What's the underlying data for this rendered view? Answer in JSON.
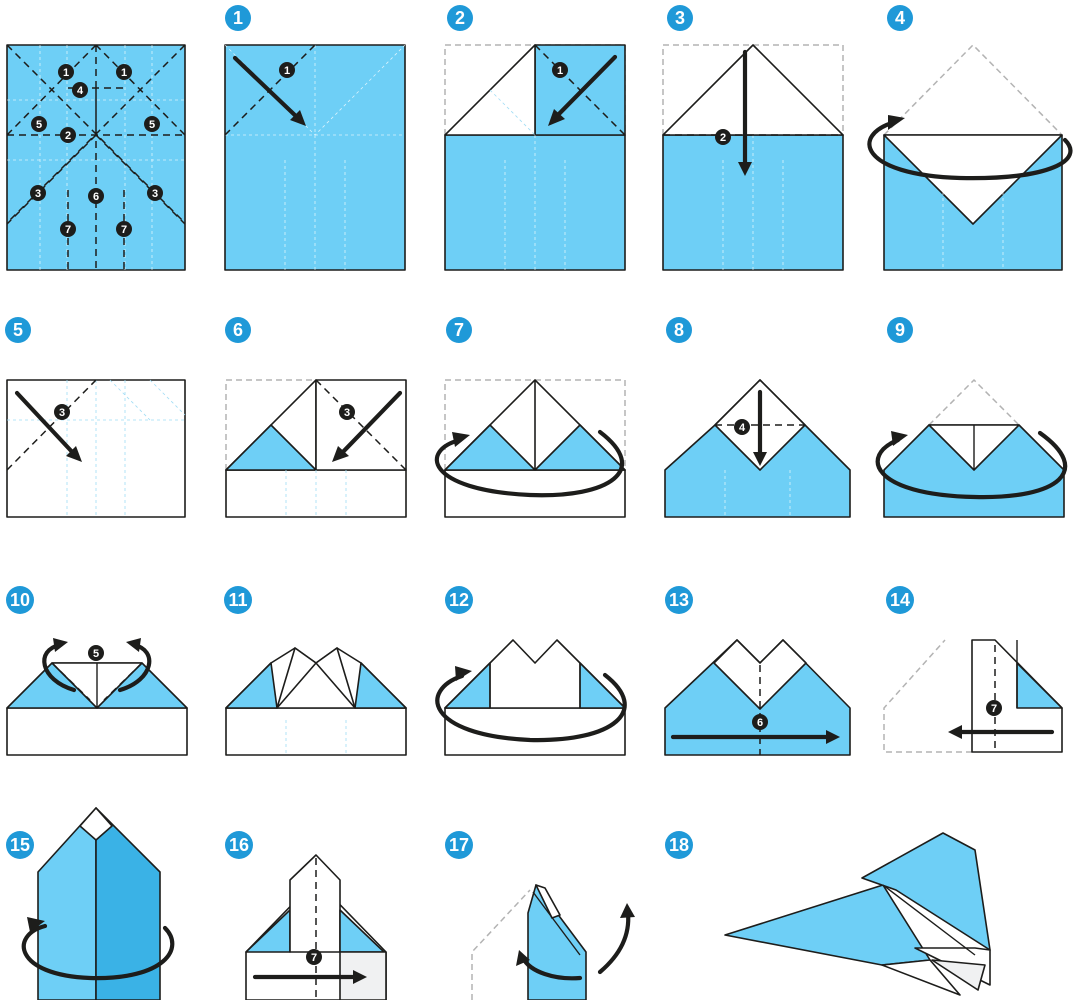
{
  "steps": [
    {
      "label": "1"
    },
    {
      "label": "2"
    },
    {
      "label": "3"
    },
    {
      "label": "4"
    },
    {
      "label": "5"
    },
    {
      "label": "6"
    },
    {
      "label": "7"
    },
    {
      "label": "8"
    },
    {
      "label": "9"
    },
    {
      "label": "10"
    },
    {
      "label": "11"
    },
    {
      "label": "12"
    },
    {
      "label": "13"
    },
    {
      "label": "14"
    },
    {
      "label": "15"
    },
    {
      "label": "16"
    },
    {
      "label": "17"
    },
    {
      "label": "18"
    }
  ],
  "fold_markers": {
    "overview": [
      "1",
      "1",
      "4",
      "5",
      "2",
      "5",
      "3",
      "6",
      "3",
      "7",
      "7"
    ],
    "step1": "1",
    "step2": "1",
    "step3": "2",
    "step5": "3",
    "step6": "3",
    "step8": "4",
    "step10": "5",
    "step13": "6",
    "step14": "7",
    "step16": "7"
  },
  "colors": {
    "paper_blue": "#6ecff6",
    "paper_blue_dark": "#3ab2e6",
    "paper_white": "#ffffff",
    "step_badge": "#1f99d8",
    "marker": "#1d1d1b"
  }
}
